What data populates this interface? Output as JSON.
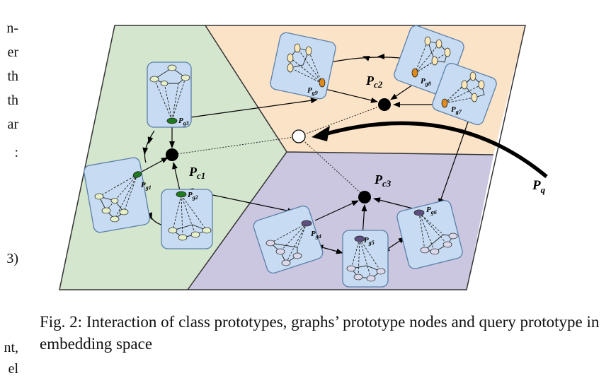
{
  "left_column_fragments": [
    "n-",
    "er",
    "th",
    "th",
    "ar",
    ":",
    "3)",
    "nt,",
    "el"
  ],
  "figure": {
    "class_prototypes": [
      "P_c1",
      "P_c2",
      "P_c3"
    ],
    "graph_prototypes": [
      "P_g1",
      "P_g2",
      "P_g3",
      "P_g4",
      "P_g5",
      "P_g6",
      "P_g7",
      "P_g8",
      "P_g9"
    ],
    "query_label": "P_q",
    "colors": {
      "region_green": "#d5e6cf",
      "region_orange": "#fbe3c8",
      "region_purple": "#cbc7e0",
      "graph_box": "#c7dcf2",
      "graph_box_border": "#5b7fa8",
      "node_green": "#e6f0c8",
      "node_green_proto": "#1f7a1f",
      "node_orange": "#fbe8b8",
      "node_orange_proto": "#e08a1a",
      "node_purple": "#dcd8ec",
      "node_purple_proto": "#5e4f80"
    }
  },
  "caption": "Fig. 2: Interaction of class prototypes, graphs’ prototype nodes and query prototype in embedding space"
}
